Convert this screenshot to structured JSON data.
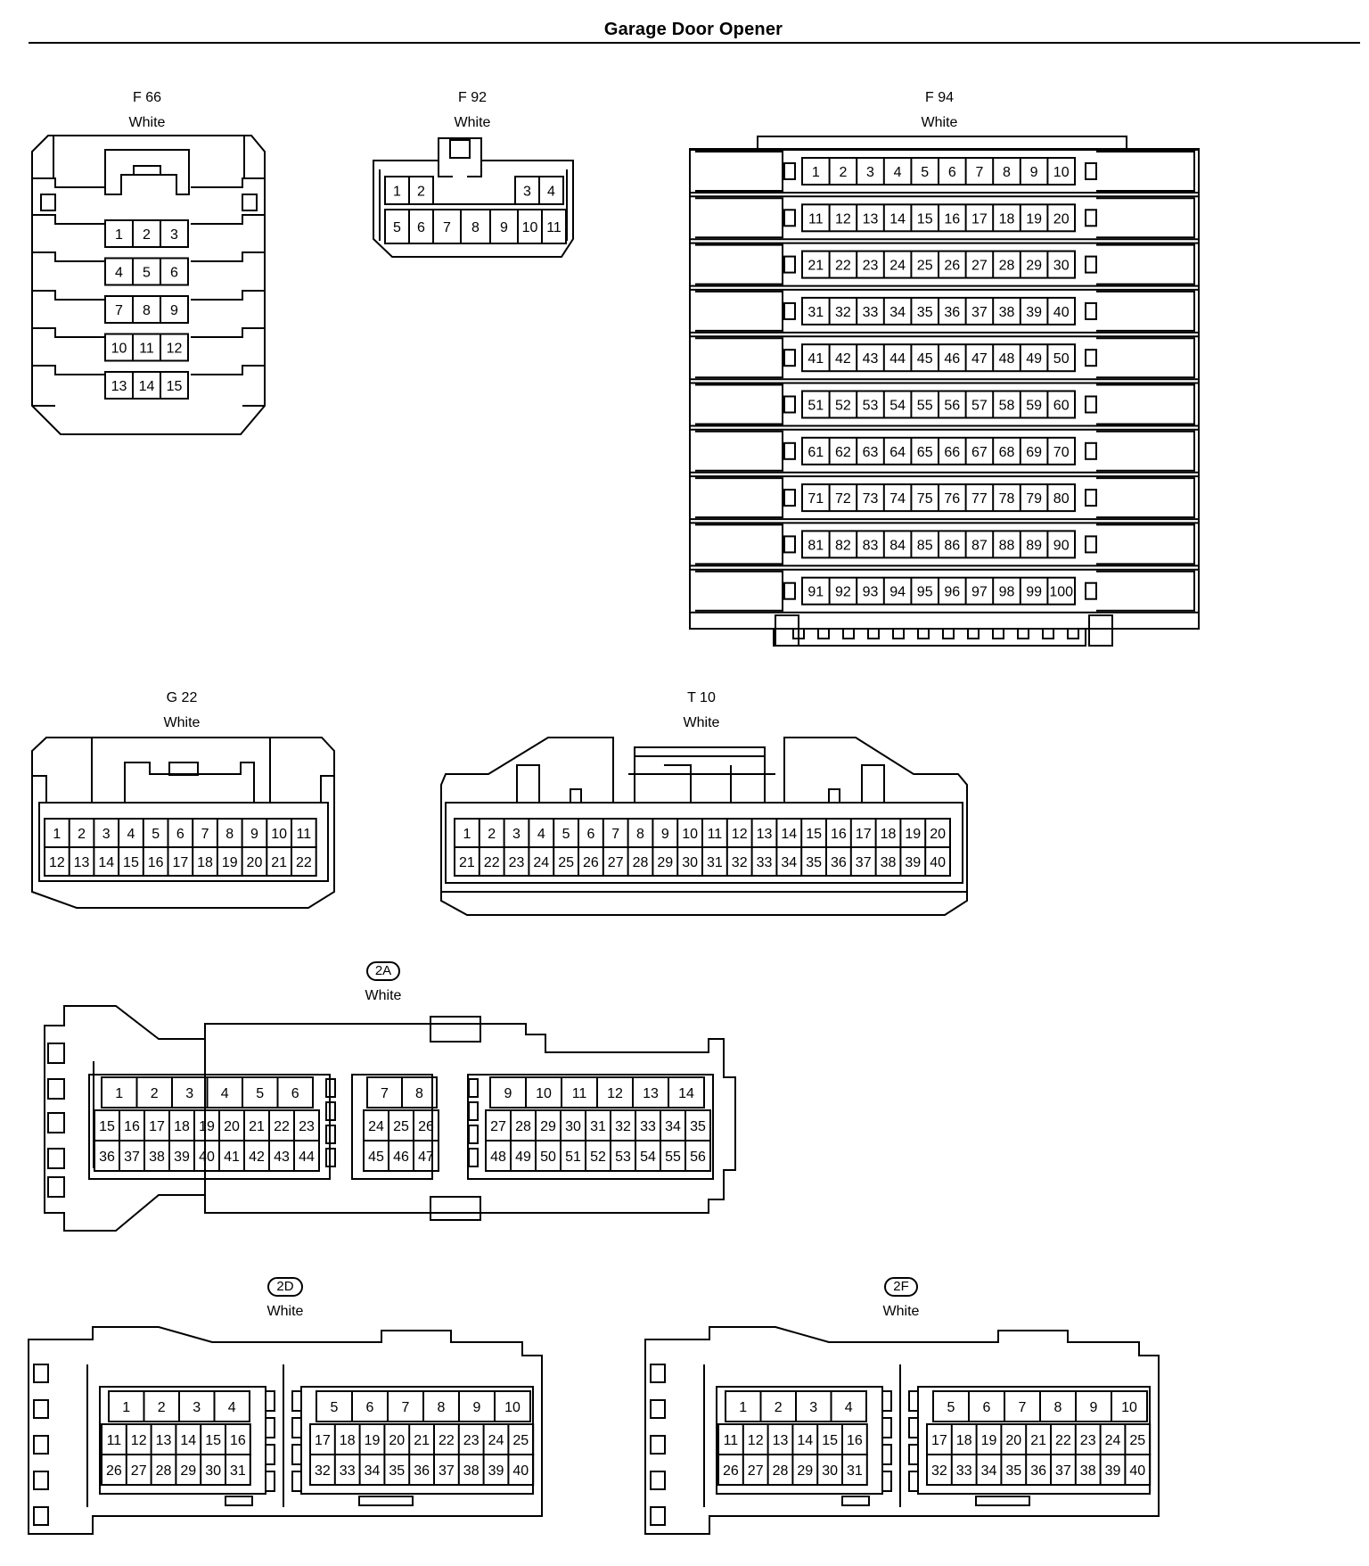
{
  "page": {
    "title": "Garage Door Opener"
  },
  "connectors": {
    "f66": {
      "code": "F 66",
      "color": "White",
      "rows": [
        [
          "1",
          "2",
          "3"
        ],
        [
          "4",
          "5",
          "6"
        ],
        [
          "7",
          "8",
          "9"
        ],
        [
          "10",
          "11",
          "12"
        ],
        [
          "13",
          "14",
          "15"
        ]
      ]
    },
    "f92": {
      "code": "F 92",
      "color": "White",
      "top_left": [
        "1",
        "2"
      ],
      "top_right": [
        "3",
        "4"
      ],
      "bottom": [
        "5",
        "6",
        "7",
        "8",
        "9",
        "10",
        "11"
      ]
    },
    "f94": {
      "code": "F 94",
      "color": "White",
      "rows": [
        [
          "1",
          "2",
          "3",
          "4",
          "5",
          "6",
          "7",
          "8",
          "9",
          "10"
        ],
        [
          "11",
          "12",
          "13",
          "14",
          "15",
          "16",
          "17",
          "18",
          "19",
          "20"
        ],
        [
          "21",
          "22",
          "23",
          "24",
          "25",
          "26",
          "27",
          "28",
          "29",
          "30"
        ],
        [
          "31",
          "32",
          "33",
          "34",
          "35",
          "36",
          "37",
          "38",
          "39",
          "40"
        ],
        [
          "41",
          "42",
          "43",
          "44",
          "45",
          "46",
          "47",
          "48",
          "49",
          "50"
        ],
        [
          "51",
          "52",
          "53",
          "54",
          "55",
          "56",
          "57",
          "58",
          "59",
          "60"
        ],
        [
          "61",
          "62",
          "63",
          "64",
          "65",
          "66",
          "67",
          "68",
          "69",
          "70"
        ],
        [
          "71",
          "72",
          "73",
          "74",
          "75",
          "76",
          "77",
          "78",
          "79",
          "80"
        ],
        [
          "81",
          "82",
          "83",
          "84",
          "85",
          "86",
          "87",
          "88",
          "89",
          "90"
        ],
        [
          "91",
          "92",
          "93",
          "94",
          "95",
          "96",
          "97",
          "98",
          "99",
          "100"
        ]
      ]
    },
    "g22": {
      "code": "G 22",
      "color": "White",
      "rows": [
        [
          "1",
          "2",
          "3",
          "4",
          "5",
          "6",
          "7",
          "8",
          "9",
          "10",
          "11"
        ],
        [
          "12",
          "13",
          "14",
          "15",
          "16",
          "17",
          "18",
          "19",
          "20",
          "21",
          "22"
        ]
      ]
    },
    "t10": {
      "code": "T 10",
      "color": "White",
      "rows": [
        [
          "1",
          "2",
          "3",
          "4",
          "5",
          "6",
          "7",
          "8",
          "9",
          "10",
          "11",
          "12",
          "13",
          "14",
          "15",
          "16",
          "17",
          "18",
          "19",
          "20"
        ],
        [
          "21",
          "22",
          "23",
          "24",
          "25",
          "26",
          "27",
          "28",
          "29",
          "30",
          "31",
          "32",
          "33",
          "34",
          "35",
          "36",
          "37",
          "38",
          "39",
          "40"
        ]
      ]
    },
    "c2a": {
      "code": "2A",
      "color": "White",
      "left": {
        "top": [
          "1",
          "2",
          "3",
          "4",
          "5",
          "6"
        ],
        "rows": [
          [
            "15",
            "16",
            "17",
            "18",
            "19",
            "20",
            "21",
            "22",
            "23"
          ],
          [
            "36",
            "37",
            "38",
            "39",
            "40",
            "41",
            "42",
            "43",
            "44"
          ]
        ]
      },
      "middle": {
        "top": [
          "7",
          "8"
        ],
        "rows": [
          [
            "24",
            "25",
            "26"
          ],
          [
            "45",
            "46",
            "47"
          ]
        ]
      },
      "right": {
        "top": [
          "9",
          "10",
          "11",
          "12",
          "13",
          "14"
        ],
        "rows": [
          [
            "27",
            "28",
            "29",
            "30",
            "31",
            "32",
            "33",
            "34",
            "35"
          ],
          [
            "48",
            "49",
            "50",
            "51",
            "52",
            "53",
            "54",
            "55",
            "56"
          ]
        ]
      }
    },
    "c2d": {
      "code": "2D",
      "color": "White",
      "left": {
        "top": [
          "1",
          "2",
          "3",
          "4"
        ],
        "rows": [
          [
            "11",
            "12",
            "13",
            "14",
            "15",
            "16"
          ],
          [
            "26",
            "27",
            "28",
            "29",
            "30",
            "31"
          ]
        ]
      },
      "right": {
        "top": [
          "5",
          "6",
          "7",
          "8",
          "9",
          "10"
        ],
        "rows": [
          [
            "17",
            "18",
            "19",
            "20",
            "21",
            "22",
            "23",
            "24",
            "25"
          ],
          [
            "32",
            "33",
            "34",
            "35",
            "36",
            "37",
            "38",
            "39",
            "40"
          ]
        ]
      }
    },
    "c2f": {
      "code": "2F",
      "color": "White",
      "left": {
        "top": [
          "1",
          "2",
          "3",
          "4"
        ],
        "rows": [
          [
            "11",
            "12",
            "13",
            "14",
            "15",
            "16"
          ],
          [
            "26",
            "27",
            "28",
            "29",
            "30",
            "31"
          ]
        ]
      },
      "right": {
        "top": [
          "5",
          "6",
          "7",
          "8",
          "9",
          "10"
        ],
        "rows": [
          [
            "17",
            "18",
            "19",
            "20",
            "21",
            "22",
            "23",
            "24",
            "25"
          ],
          [
            "32",
            "33",
            "34",
            "35",
            "36",
            "37",
            "38",
            "39",
            "40"
          ]
        ]
      }
    }
  }
}
